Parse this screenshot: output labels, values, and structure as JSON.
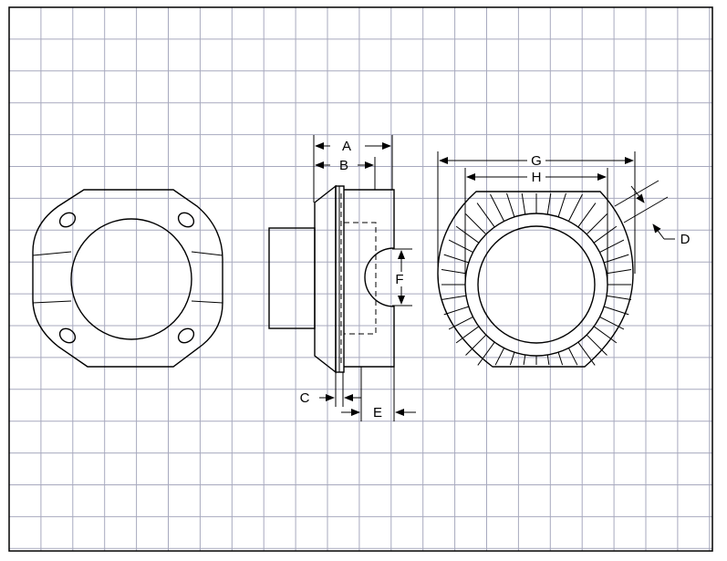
{
  "drawing": {
    "grid_color": "#a7a9be",
    "line_color": "#000000",
    "background": "#ffffff"
  },
  "labels": {
    "A": "A",
    "B": "B",
    "C": "C",
    "D": "D",
    "E": "E",
    "F": "F",
    "G": "G",
    "H": "H"
  }
}
